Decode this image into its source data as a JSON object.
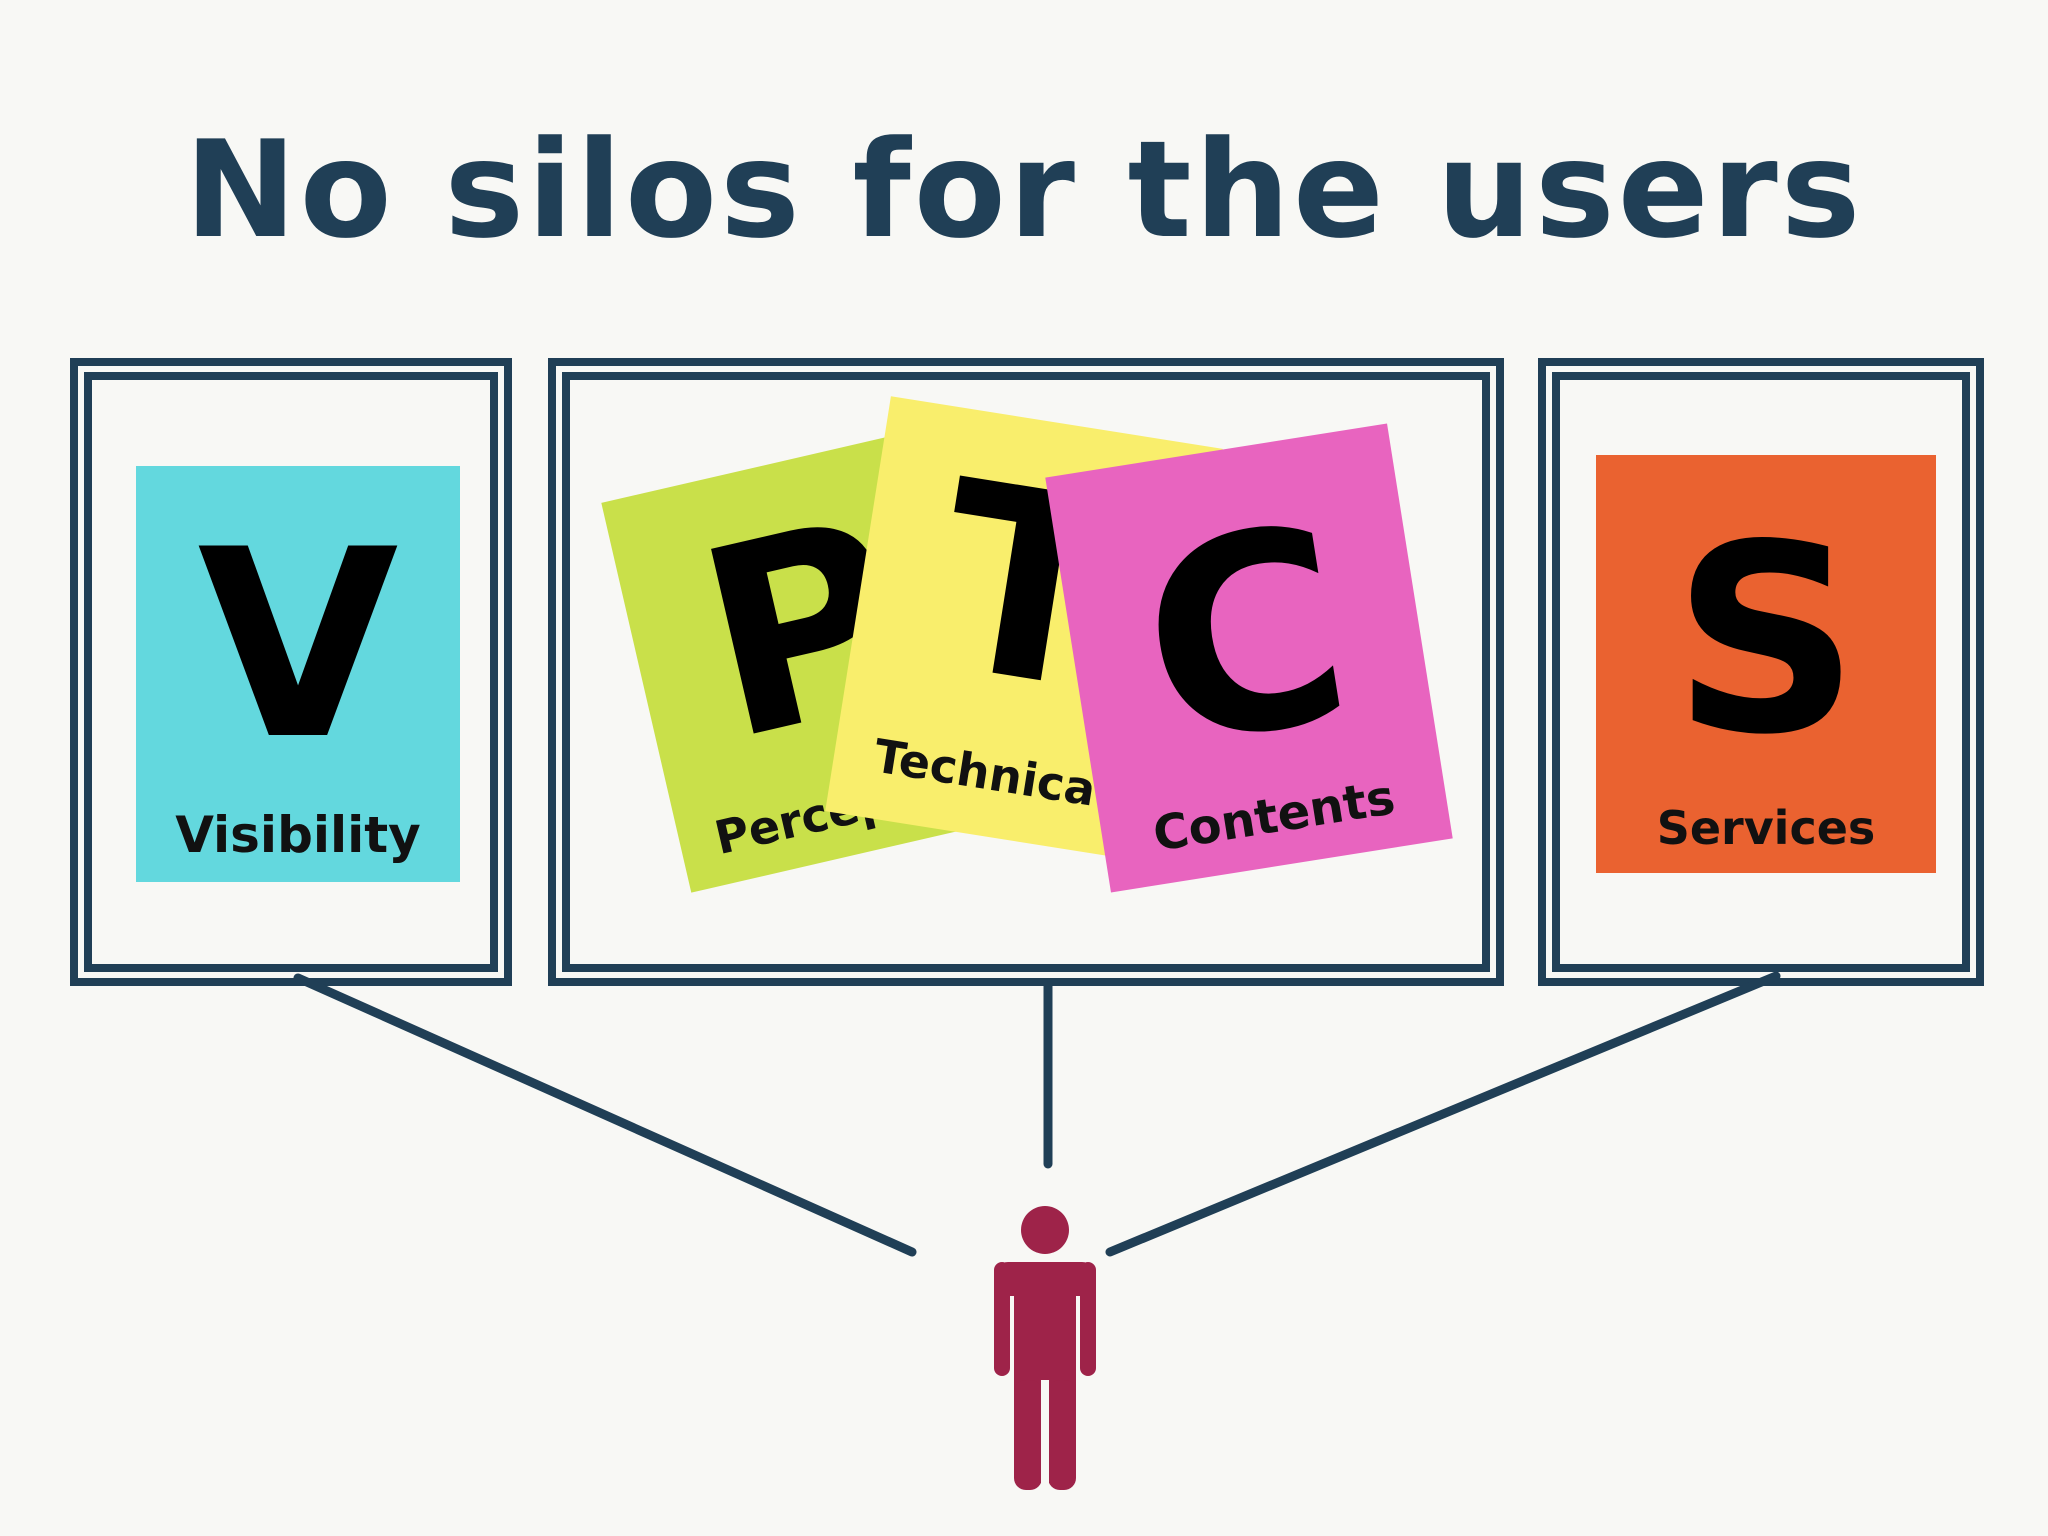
{
  "title": "No silos for the users",
  "colors": {
    "navy": "#203f56",
    "person": "#9e2349",
    "visibility": "#63d8de",
    "perception": "#c9e04a",
    "technical": "#f9ee6c",
    "contents": "#e864bf",
    "services": "#ea6230"
  },
  "cards": {
    "visibility": {
      "letter": "V",
      "label": "Visibility"
    },
    "perception": {
      "letter": "P",
      "label": "Percep"
    },
    "technical": {
      "letter": "T",
      "label": "Technica"
    },
    "contents": {
      "letter": "C",
      "label": "Contents"
    },
    "services": {
      "letter": "S",
      "label": "Services"
    }
  },
  "person_icon": "person-icon"
}
